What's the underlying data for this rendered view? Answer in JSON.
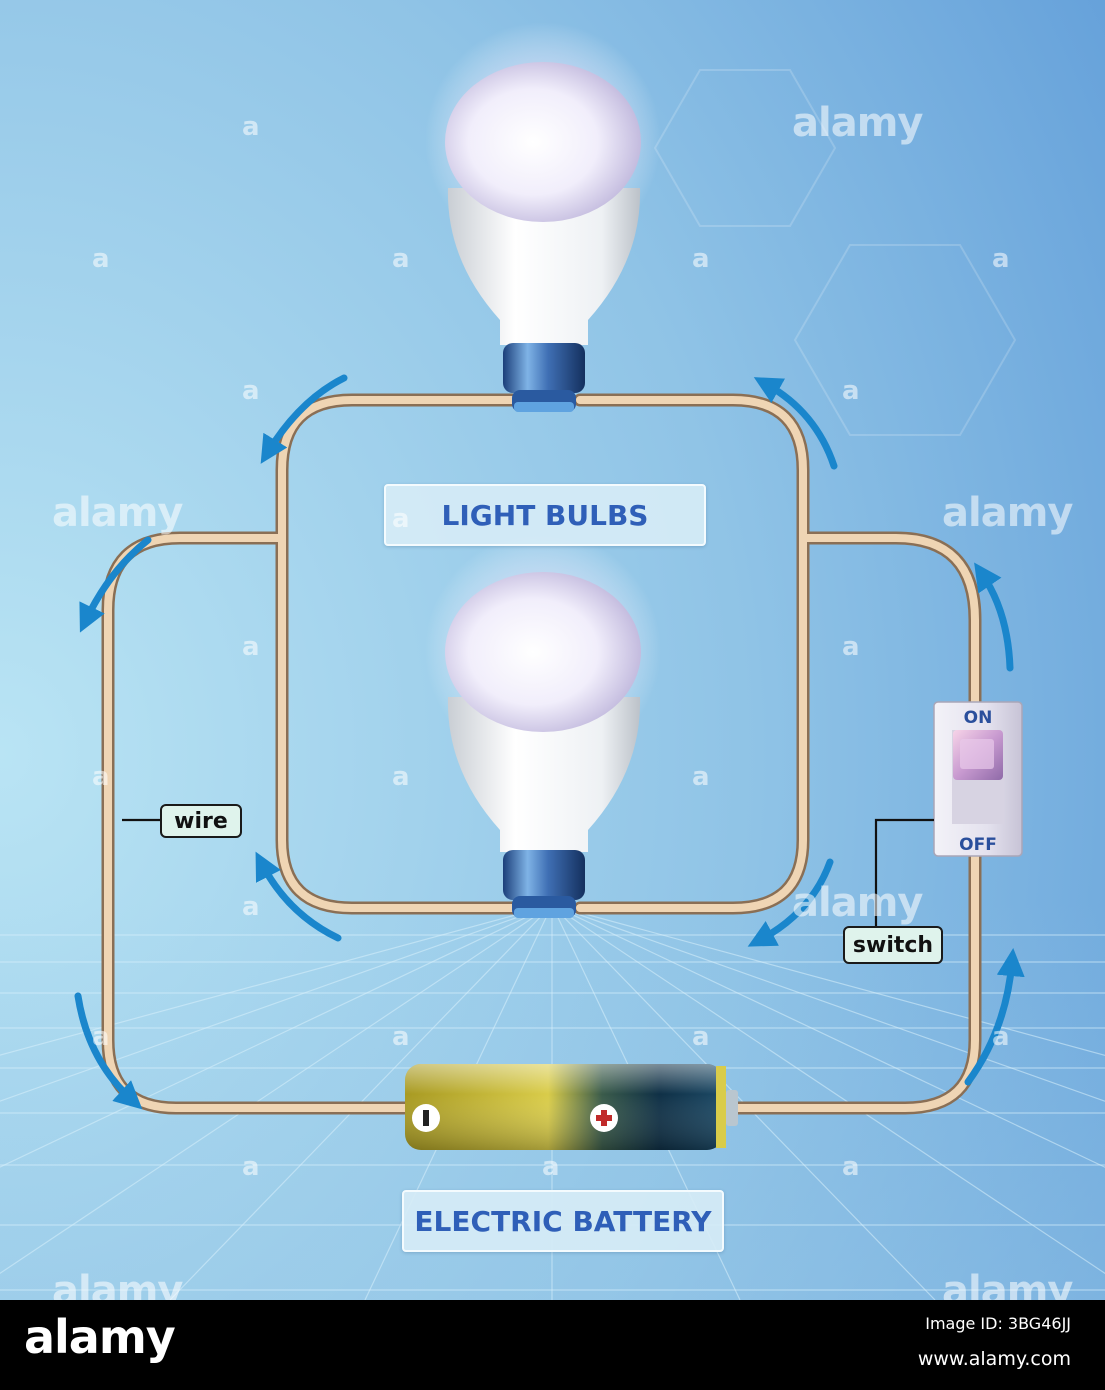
{
  "labels": {
    "light_bulbs": "LIGHT BULBS",
    "electric_battery": "ELECTRIC BATTERY",
    "wire": "wire",
    "switch": "switch",
    "switch_on": "ON",
    "switch_off": "OFF"
  },
  "watermark": {
    "brand": "alamy",
    "small": "a"
  },
  "footer": {
    "brand": "alamy",
    "image_id": "Image ID: 3BG46JJ",
    "url": "www.alamy.com"
  },
  "colors": {
    "background_top": "#79aedd",
    "background_left": "#b5e1f2",
    "wire": "#e6c7a0",
    "arrow": "#1a86cc",
    "battery_body": "#c7b93a",
    "battery_cap": "#0f3046",
    "label_text": "#2f5fb8",
    "switch_text": "#2a4f9c"
  }
}
